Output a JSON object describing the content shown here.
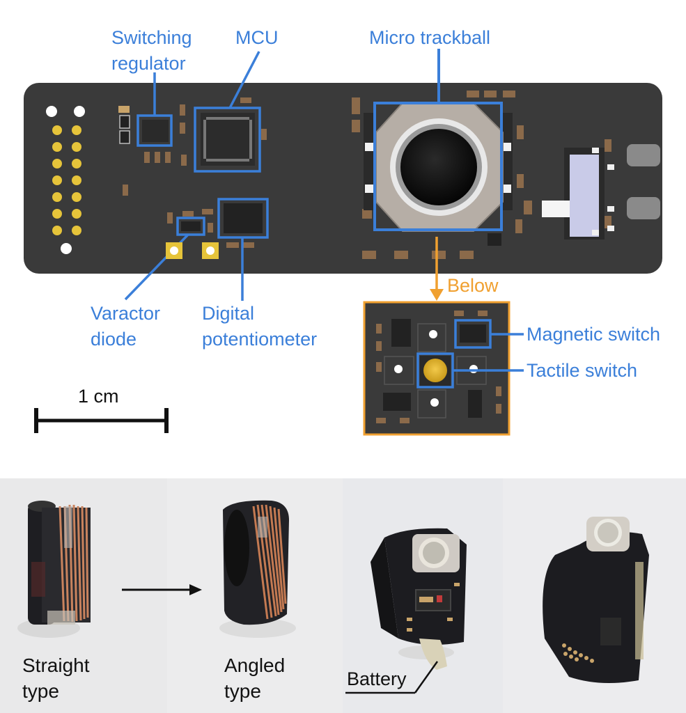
{
  "labels": {
    "switching_regulator": [
      "Switching",
      "regulator"
    ],
    "mcu": "MCU",
    "micro_trackball": "Micro trackball",
    "below": "Below",
    "varactor_diode": [
      "Varactor",
      "diode"
    ],
    "digital_potentiometer": [
      "Digital",
      "potentiometer"
    ],
    "magnetic_switch": "Magnetic switch",
    "tactile_switch": "Tactile switch",
    "scale_bar": "1 cm"
  },
  "photos": {
    "straight_type": [
      "Straight",
      "type"
    ],
    "angled_type": [
      "Angled",
      "type"
    ],
    "battery": "Battery"
  },
  "colors": {
    "callout_blue": "#3b7fd9",
    "callout_orange": "#f0a030",
    "pcb": "#3a3a3a",
    "gold_pad": "#e6c43a"
  }
}
